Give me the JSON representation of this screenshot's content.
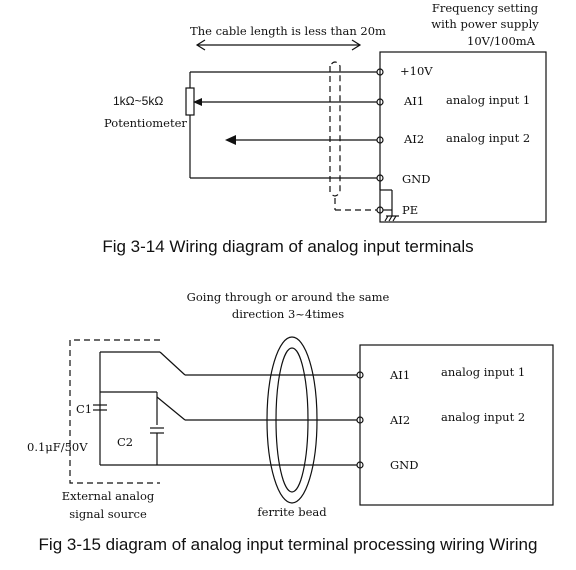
{
  "figure1": {
    "header": [
      "Frequency setting",
      "with power supply",
      "10V/100mA"
    ],
    "cable_note": "The cable length is less than 20m",
    "pot_value": "1kΩ~5kΩ",
    "pot_label": "Potentiometer",
    "terminals": [
      "+10V",
      "AI1",
      "AI2",
      "GND",
      "PE"
    ],
    "inputs": [
      "analog input 1",
      "analog input 2"
    ],
    "caption": "Fig 3-14 Wiring diagram of analog input terminals"
  },
  "figure2": {
    "note": [
      "Going through or around the same",
      "direction 3~4times"
    ],
    "terminals": [
      "AI1",
      "AI2",
      "GND"
    ],
    "inputs": [
      "analog input 1",
      "analog input 2"
    ],
    "c1": "C1",
    "c2": "C2",
    "cap_value": "0.1μF/50V",
    "source": [
      "External analog",
      "signal source"
    ],
    "bead": "ferrite bead",
    "caption": "Fig 3-15 diagram of analog input terminal processing wiring Wiring"
  }
}
